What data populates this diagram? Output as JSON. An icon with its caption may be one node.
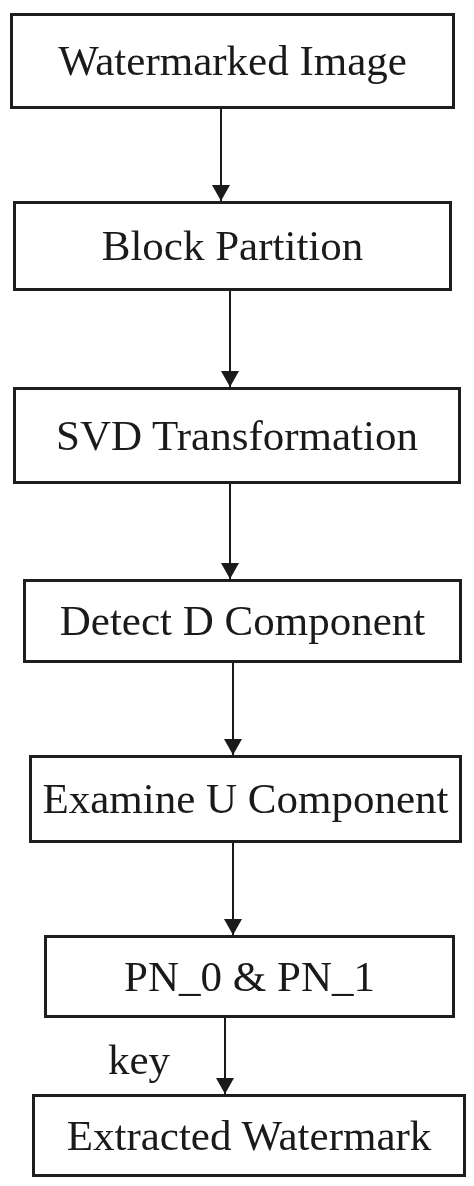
{
  "diagram": {
    "nodes": [
      {
        "text": [
          "Watermarked Image"
        ]
      },
      {
        "text": [
          "Block Partition"
        ]
      },
      {
        "text": [
          "SVD Transformation"
        ]
      },
      {
        "text": [
          "Detect D Component"
        ]
      },
      {
        "text": [
          "Examine U Component"
        ]
      },
      {
        "text": [
          "PN_0 & PN_1"
        ]
      },
      {
        "text": [
          "Extracted Watermark"
        ]
      }
    ],
    "edges": [
      {
        "from": 0,
        "to": 1,
        "arrow": "to"
      },
      {
        "from": 1,
        "to": 2,
        "arrow": "to"
      },
      {
        "from": 2,
        "to": 3,
        "arrow": "to"
      },
      {
        "from": 3,
        "to": 4,
        "arrow": "to"
      },
      {
        "from": 4,
        "to": 5,
        "arrow": "to"
      },
      {
        "from": 5,
        "to": 6,
        "arrow": "to",
        "label": "key"
      }
    ]
  }
}
